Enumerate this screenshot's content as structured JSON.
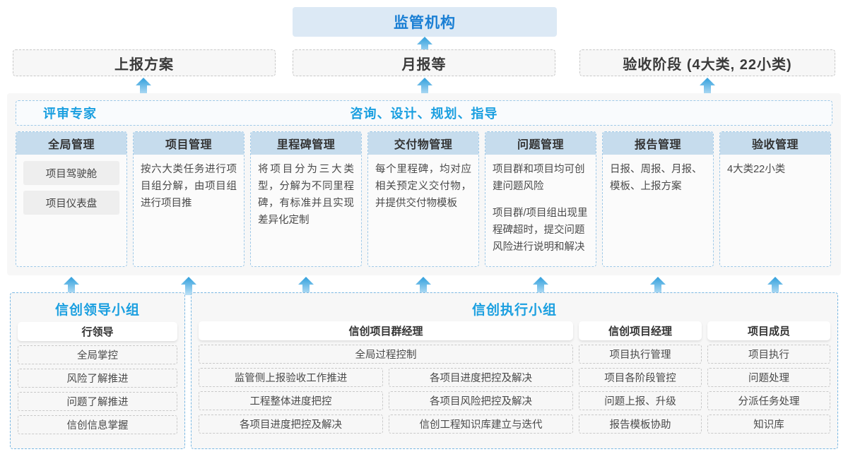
{
  "top": {
    "regulator": "监管机构",
    "channels": [
      {
        "label": "上报方案"
      },
      {
        "label": "月报等"
      },
      {
        "label": "验收阶段 (4大类, 22小类)"
      }
    ]
  },
  "platform": {
    "role_left": "评审专家",
    "role_center": "咨询、设计、规划、指导",
    "columns": [
      {
        "title": "全局管理",
        "chips": [
          "项目驾驶舱",
          "项目仪表盘"
        ],
        "paragraphs": []
      },
      {
        "title": "项目管理",
        "chips": [],
        "paragraphs": [
          "按六大类任务进行项目组分解，由项目组进行项目推"
        ]
      },
      {
        "title": "里程碑管理",
        "chips": [],
        "paragraphs": [
          "将项目分为三大类型，分解为不同里程碑，有标准并且实现差异化定制"
        ]
      },
      {
        "title": "交付物管理",
        "chips": [],
        "paragraphs": [
          "每个里程碑，均对应相关预定义交付物，并提供交付物模板"
        ]
      },
      {
        "title": "问题管理",
        "chips": [],
        "paragraphs": [
          "项目群和项目均可创建问题风险",
          "项目群/项目组出现里程碑超时，提交问题风险进行说明和解决"
        ]
      },
      {
        "title": "报告管理",
        "chips": [],
        "paragraphs": [
          "日报、周报、月报、模板、上报方案"
        ]
      },
      {
        "title": "验收管理",
        "chips": [],
        "paragraphs": [
          "4大类22小类"
        ]
      }
    ]
  },
  "leading_group": {
    "title": "信创领导小组",
    "role": "行领导",
    "tasks": [
      "全局掌控",
      "风险了解推进",
      "问题了解推进",
      "信创信息掌握"
    ]
  },
  "execution_group": {
    "title": "信创执行小组",
    "program_manager": {
      "role": "信创项目群经理",
      "full_width_task": "全局过程控制",
      "tasks_left": [
        "监管侧上报验收工作推进",
        "工程整体进度把控",
        "各项目进度把控及解决"
      ],
      "tasks_right": [
        "各项目进度把控及解决",
        "各项目风险把控及解决",
        "信创工程知识库建立与迭代"
      ]
    },
    "project_manager": {
      "role": "信创项目经理",
      "tasks": [
        "项目执行管理",
        "项目各阶段管控",
        "问题上报、升级",
        "报告模板协助"
      ]
    },
    "member": {
      "role": "项目成员",
      "tasks": [
        "项目执行",
        "问题处理",
        "分派任务处理",
        "知识库"
      ]
    }
  },
  "colors": {
    "accent_blue": "#1a9fe0",
    "title_blue": "#1a7fd4",
    "header_fill": "#c6dced",
    "panel_bg": "#f7f7f7",
    "arrow": "#3aa5e0"
  }
}
